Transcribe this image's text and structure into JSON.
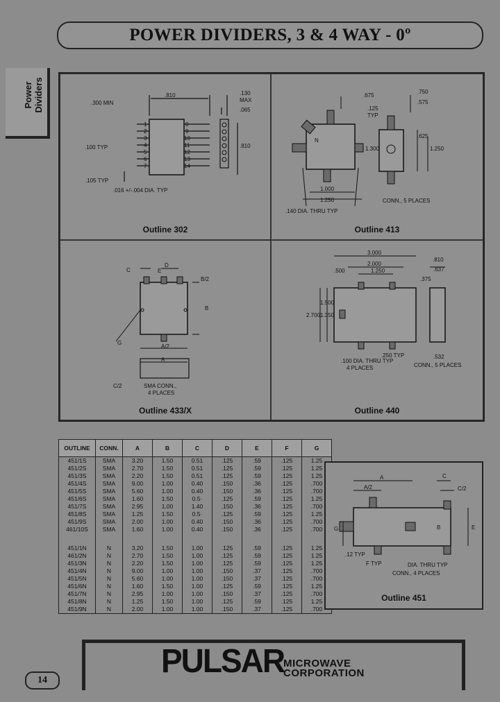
{
  "header": {
    "title": "POWER DIVIDERS, 3 & 4 WAY - 0º"
  },
  "side_tab": {
    "line1": "Power",
    "line2": "Dividers"
  },
  "outlines": {
    "o302": {
      "caption": "Outline 302",
      "dims": [
        ".810",
        ".300 MIN",
        ".130",
        "MAX",
        ".065",
        ".100 TYP",
        ".810",
        ".105 TYP",
        ".016 +/-.004 DIA. TYP"
      ],
      "pins_left": [
        "1",
        "2",
        "3",
        "4",
        "5",
        "6",
        "7"
      ],
      "pins_right": [
        "8",
        "9",
        "10",
        "11",
        "12",
        "13",
        "14"
      ]
    },
    "o413": {
      "caption": "Outline 413",
      "dims": [
        ".675",
        ".750",
        ".125",
        "TYP",
        ".575",
        ".625",
        "N",
        "1.300",
        "1.250",
        "1.000",
        "1.250",
        "CONN., 5 PLACES",
        ".140 DIA. THRU TYP"
      ]
    },
    "o433": {
      "caption": "Outline 433/X",
      "dims": [
        "C",
        "D",
        "E",
        "B/2",
        "B",
        "A/2",
        "G",
        "A",
        "C/2",
        "SMA CONN.,",
        "4 PLACES"
      ]
    },
    "o440": {
      "caption": "Outline 440",
      "dims": [
        "3.000",
        "2.000",
        "1.250",
        ".500",
        ".375",
        ".810",
        ".637",
        "1.500",
        "2.700",
        "1.350",
        ".100 DIA. THRU TYP",
        "4 PLACES",
        ".250 TYP",
        "CONN., 5 PLACES",
        ".532"
      ]
    },
    "o451": {
      "caption": "Outline 451",
      "dims": [
        "A",
        "A/2",
        "C",
        "C/2",
        "G",
        "E",
        "B",
        "F TYP",
        ".12 TYP",
        "CONN., 4 PLACES",
        "DIA. THRU TYP"
      ]
    }
  },
  "spec_table": {
    "headers": [
      "OUTLINE",
      "CONN.",
      "A",
      "B",
      "C",
      "D",
      "E",
      "F",
      "G"
    ],
    "rows": [
      [
        "451/1S",
        "SMA",
        "3.20",
        "1.50",
        "0.51",
        ".125",
        ".59",
        ".125",
        "1.25"
      ],
      [
        "451/2S",
        "SMA",
        "2.70",
        "1.50",
        "0.51",
        ".125",
        ".59",
        ".125",
        "1.25"
      ],
      [
        "451/3S",
        "SMA",
        "2.20",
        "1.50",
        "0.51",
        ".125",
        ".59",
        ".125",
        "1.25"
      ],
      [
        "451/4S",
        "SMA",
        "9.00",
        "1.00",
        "0.40",
        ".150",
        ".36",
        ".125",
        ".700"
      ],
      [
        "451/5S",
        "SMA",
        "5.60",
        "1.00",
        "0.40",
        ".150",
        ".36",
        ".125",
        ".700"
      ],
      [
        "451/6S",
        "SMA",
        "1.60",
        "1.50",
        "0.5·",
        ".125",
        ".59",
        ".125",
        "1.25"
      ],
      [
        "451/7S",
        "SMA",
        "2.95",
        "1.00",
        "1.40",
        ".150",
        ".36",
        ".125",
        ".700"
      ],
      [
        "451/8S",
        "SMA",
        "1.25",
        "1.50",
        "0.5·",
        ".125",
        ".59",
        ".125",
        "1.25"
      ],
      [
        "451/9S",
        "SMA",
        "2.00",
        "1.00",
        "0.40",
        ".150",
        ".36",
        ".125",
        ".700"
      ],
      [
        "461/10S",
        "SMA",
        "1.60",
        "1.00",
        "0.40",
        ".150",
        ".36",
        ".125",
        ".700"
      ],
      [
        "451/1N",
        "N",
        "3.20",
        "1.50",
        "1.00",
        ".125",
        ".59",
        ".125",
        "1.25"
      ],
      [
        "461/2N",
        "N",
        "2.70",
        "1.50",
        "1.00",
        ".125",
        ".59",
        ".125",
        "1.25"
      ],
      [
        "451/3N",
        "N",
        "2.20",
        "1.50",
        "1.00",
        ".125",
        ".59",
        ".125",
        "1.25"
      ],
      [
        "451/4N",
        "N",
        "9.00",
        "1.00",
        "1.00",
        ".150",
        ".37",
        ".125",
        ".700"
      ],
      [
        "451/5N",
        "N",
        "5.60",
        "1.00",
        "1.00",
        ".150",
        ".37",
        ".125",
        ".700"
      ],
      [
        "451/6N",
        "N",
        "1.60",
        "1.50",
        "1.00",
        ".125",
        ".59",
        ".125",
        "1.25"
      ],
      [
        "451/7N",
        "N",
        "2.95",
        "1.00",
        "1.00",
        ".150",
        ".37",
        ".125",
        ".700"
      ],
      [
        "451/8N",
        "N",
        "1.25",
        "1.50",
        "1.00",
        ".125",
        ".59",
        ".125",
        "1.25"
      ],
      [
        "451/9N",
        "N",
        "2.00",
        "1.00",
        "1.00",
        ".150",
        ".37",
        ".125",
        ".700"
      ]
    ]
  },
  "logo": {
    "brand": "PULSAR",
    "line1": "MICROWAVE",
    "line2": "CORPORATION"
  },
  "page_number": "14"
}
